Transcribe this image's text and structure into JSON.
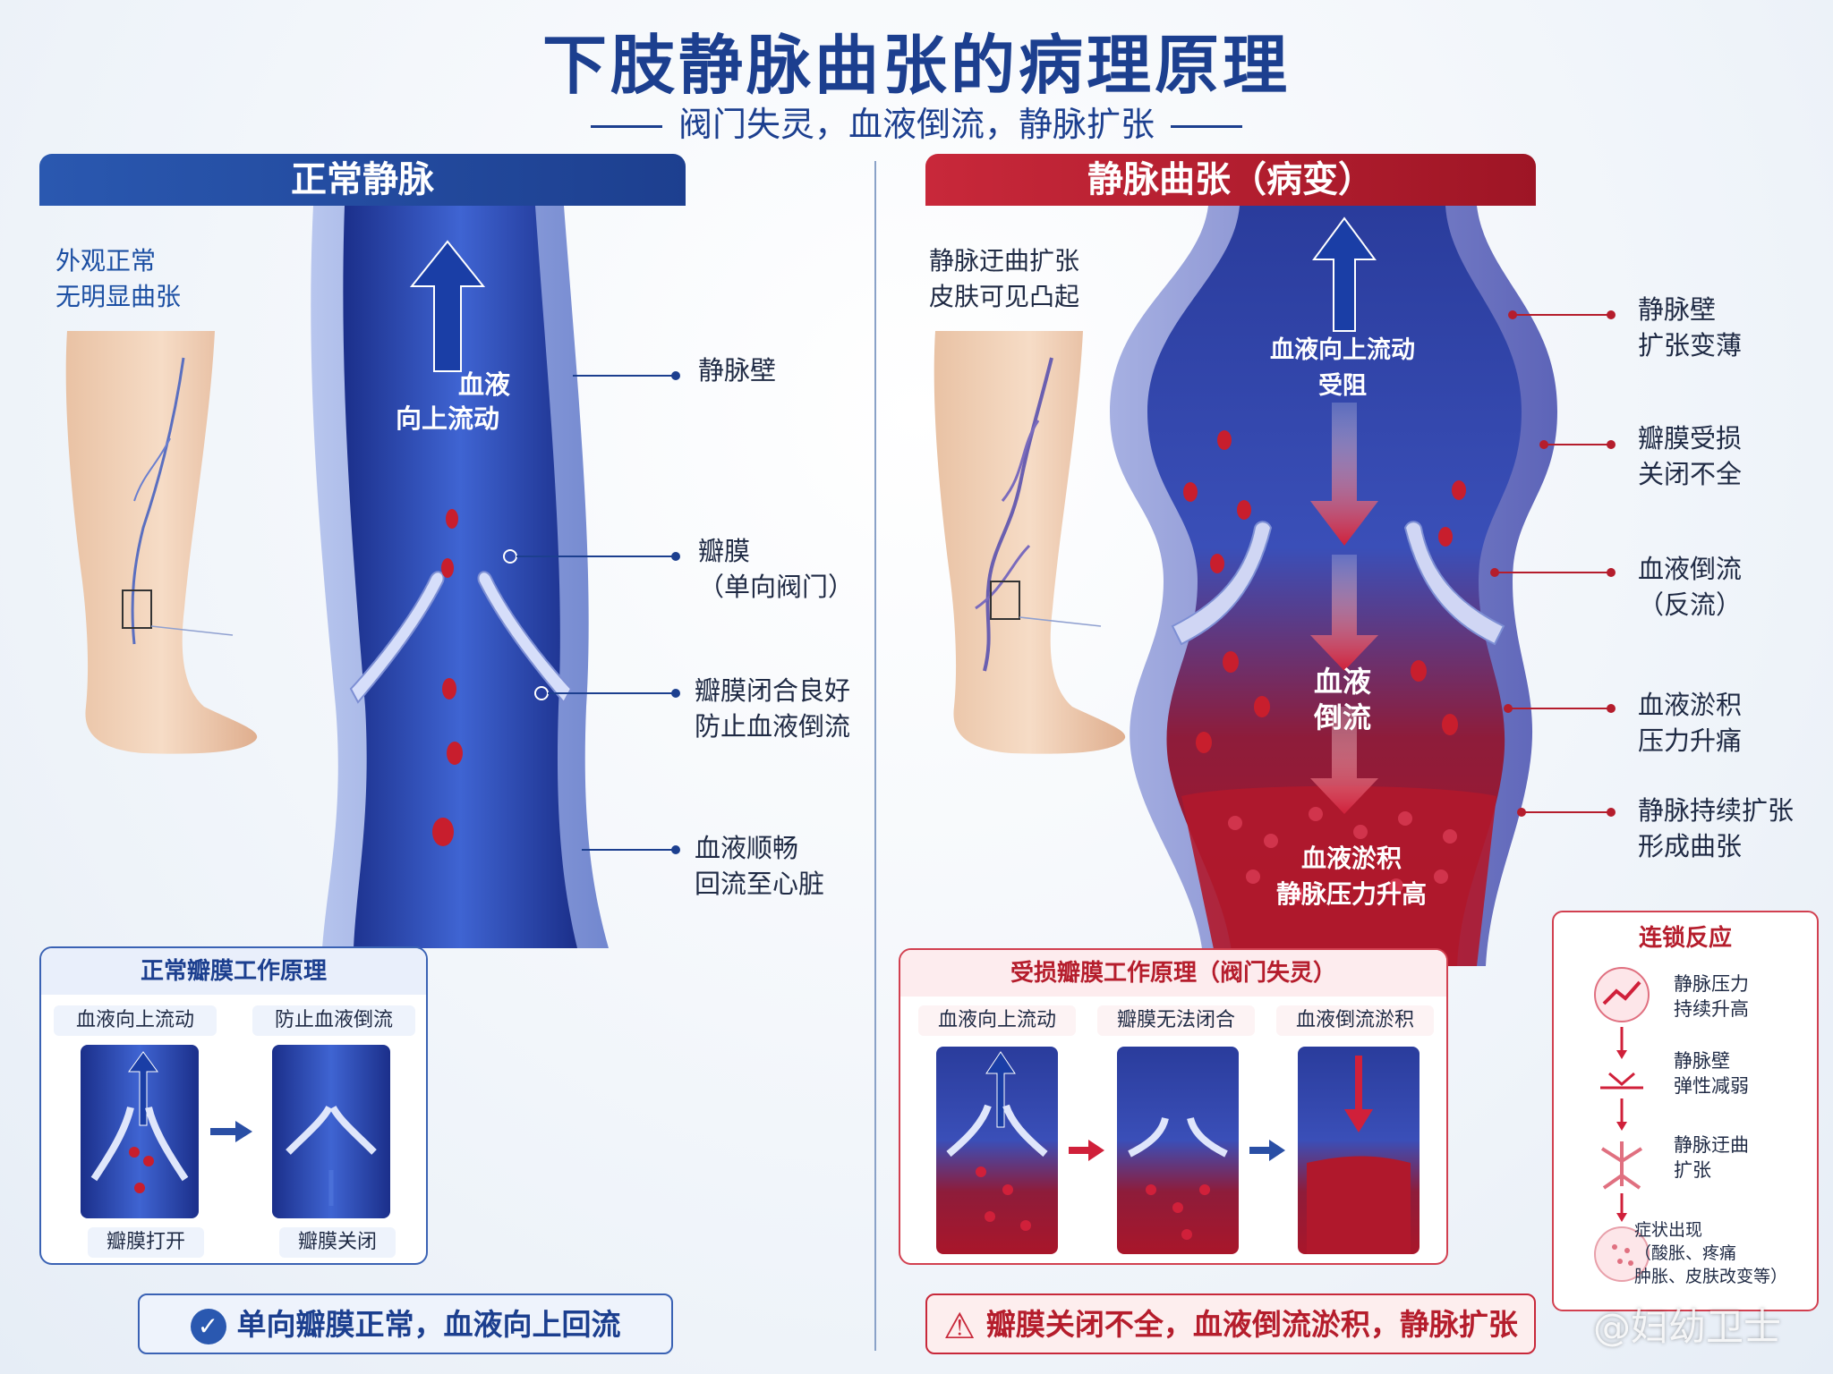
{
  "title": "下肢静脉曲张的病理原理",
  "subtitle": "阀门失灵，血液倒流，静脉扩张",
  "normal": {
    "header": "正常静脉",
    "leg_caption": [
      "外观正常",
      "无明显曲张"
    ],
    "flow_label": [
      "血液",
      "向上流动"
    ],
    "labels": {
      "wall": "静脉壁",
      "valve": [
        "瓣膜",
        "（单向阀门）"
      ],
      "valve_closed": [
        "瓣膜闭合良好",
        "防止血液倒流"
      ],
      "smooth": [
        "血液顺畅",
        "回流至心脏"
      ]
    },
    "box": {
      "title": "正常瓣膜工作原理",
      "panels": [
        {
          "top": "血液向上流动",
          "bottom": "瓣膜打开"
        },
        {
          "top": "防止血液倒流",
          "bottom": "瓣膜关闭"
        }
      ]
    },
    "bottom": "单向瓣膜正常，血液向上回流"
  },
  "diseased": {
    "header": "静脉曲张（病变）",
    "leg_caption": [
      "静脉迂曲扩张",
      "皮肤可见凸起"
    ],
    "flow_up": [
      "血液向上流动",
      "受阻"
    ],
    "reflux": [
      "血液",
      "倒流"
    ],
    "pooling": [
      "血液淤积",
      "静脉压力升高"
    ],
    "labels": {
      "wall": [
        "静脉壁",
        "扩张变薄"
      ],
      "valve": [
        "瓣膜受损",
        "关闭不全"
      ],
      "reflux": [
        "血液倒流",
        "（反流）"
      ],
      "pooling": [
        "血液淤积",
        "压力升痛"
      ],
      "dilation": [
        "静脉持续扩张",
        "形成曲张"
      ]
    },
    "box": {
      "title": "受损瓣膜工作原理（阀门失灵）",
      "panels": [
        {
          "top": "血液向上流动"
        },
        {
          "top": "瓣膜无法闭合"
        },
        {
          "top": "血液倒流淤积"
        }
      ]
    },
    "bottom": "瓣膜关闭不全，血液倒流淤积，静脉扩张"
  },
  "chain": {
    "title": "连锁反应",
    "steps": [
      {
        "text": [
          "静脉压力",
          "持续升高"
        ]
      },
      {
        "text": [
          "静脉壁",
          "弹性减弱"
        ]
      },
      {
        "text": [
          "静脉迂曲",
          "扩张"
        ]
      },
      {
        "text": [
          "症状出现",
          "（酸胀、疼痛",
          "肿胀、皮肤改变等）"
        ]
      }
    ]
  },
  "watermark": "@妇幼卫士",
  "colors": {
    "blue": "#1c3f8f",
    "red": "#b51d2c"
  }
}
